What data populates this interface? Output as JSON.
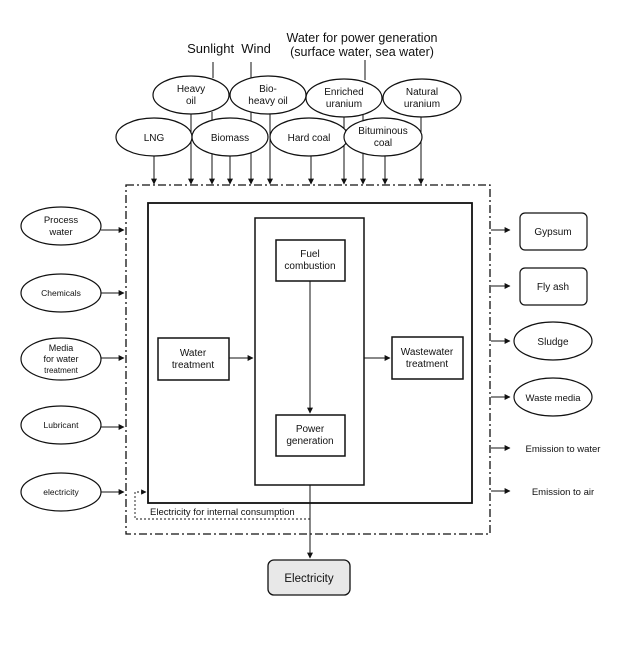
{
  "top_labels": {
    "sunlight_wind": "Sunlight  Wind",
    "water_line1": "Water for power generation",
    "water_line2": "(surface water, sea water)"
  },
  "fuels": {
    "heavy_oil": [
      "Heavy",
      "oil"
    ],
    "bio_heavy_oil": [
      "Bio-",
      "heavy oil"
    ],
    "enriched_uranium": [
      "Enriched",
      "uranium"
    ],
    "natural_uranium": [
      "Natural",
      "uranium"
    ],
    "lng": [
      "LNG"
    ],
    "biomass": [
      "Biomass"
    ],
    "hard_coal": [
      "Hard coal"
    ],
    "bituminous_coal": [
      "Bituminous",
      "coal"
    ]
  },
  "inputs": {
    "process_water": [
      "Process",
      "water"
    ],
    "chemicals": [
      "Chemicals"
    ],
    "media": [
      "Media",
      "for water",
      "treatment"
    ],
    "lubricant": [
      "Lubricant"
    ],
    "electricity_in": [
      "electricity"
    ]
  },
  "processes": {
    "water_treatment": [
      "Water",
      "treatment"
    ],
    "fuel_combustion": [
      "Fuel",
      "combustion"
    ],
    "power_generation": [
      "Power",
      "generation"
    ],
    "wastewater_treatment": [
      "Wastewater",
      "treatment"
    ]
  },
  "internal_consumption": "Electricity for internal consumption",
  "outputs": {
    "gypsum": "Gypsum",
    "fly_ash": "Fly ash",
    "sludge": "Sludge",
    "waste_media": "Waste media",
    "emission_water": "Emission to water",
    "emission_air": "Emission to air"
  },
  "product": "Electricity"
}
